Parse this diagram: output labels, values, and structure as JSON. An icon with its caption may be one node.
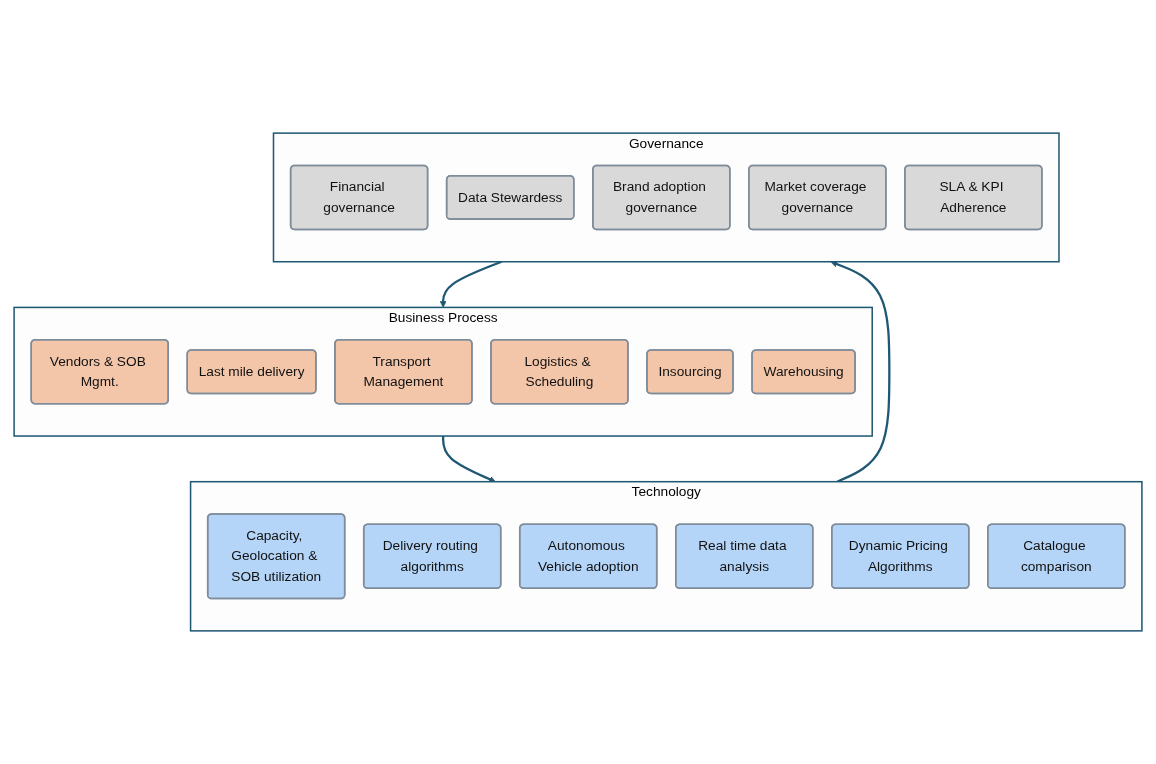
{
  "diagram": {
    "nodes": [
      {
        "text": [
          "Technology"
        ]
      },
      {
        "text": [
          "Capacity, Geolocation & SOB utilization"
        ],
        "in": 0
      },
      {
        "text": [
          "Delivery routing algorithms"
        ],
        "in": 0
      },
      {
        "text": [
          "Autonomous Vehicle adoption"
        ],
        "in": 0
      },
      {
        "text": [
          "Real time data analysis"
        ],
        "in": 0
      },
      {
        "text": [
          "Dynamic Pricing Algorithms"
        ],
        "in": 0
      },
      {
        "text": [
          "Catalogue comparison"
        ],
        "in": 0
      },
      {
        "text": [
          "Business Process"
        ]
      },
      {
        "text": [
          "Vendors & SOB Mgmt."
        ],
        "in": 7
      },
      {
        "text": [
          "Last mile delivery"
        ],
        "in": 7
      },
      {
        "text": [
          "Transport Management"
        ],
        "in": 7
      },
      {
        "text": [
          "Logistics & Scheduling"
        ],
        "in": 7
      },
      {
        "text": [
          "Insourcing"
        ],
        "in": 7
      },
      {
        "text": [
          "Warehousing"
        ],
        "in": 7
      },
      {
        "text": [
          "Governance"
        ]
      },
      {
        "text": [
          "Financial governance"
        ],
        "in": 14
      },
      {
        "text": [
          "Data Stewardess"
        ],
        "in": 14
      },
      {
        "text": [
          "Brand adoption governance"
        ],
        "in": 14
      },
      {
        "text": [
          "Market coverage governance"
        ],
        "in": 14
      },
      {
        "text": [
          "SLA & KPI Adherence"
        ],
        "in": 14
      }
    ],
    "edges": [
      {
        "from": 7,
        "to": 0,
        "arrow": "to"
      },
      {
        "from": 0,
        "to": 14,
        "arrow": "to"
      },
      {
        "from": 14,
        "to": 7,
        "arrow": "to"
      }
    ]
  }
}
